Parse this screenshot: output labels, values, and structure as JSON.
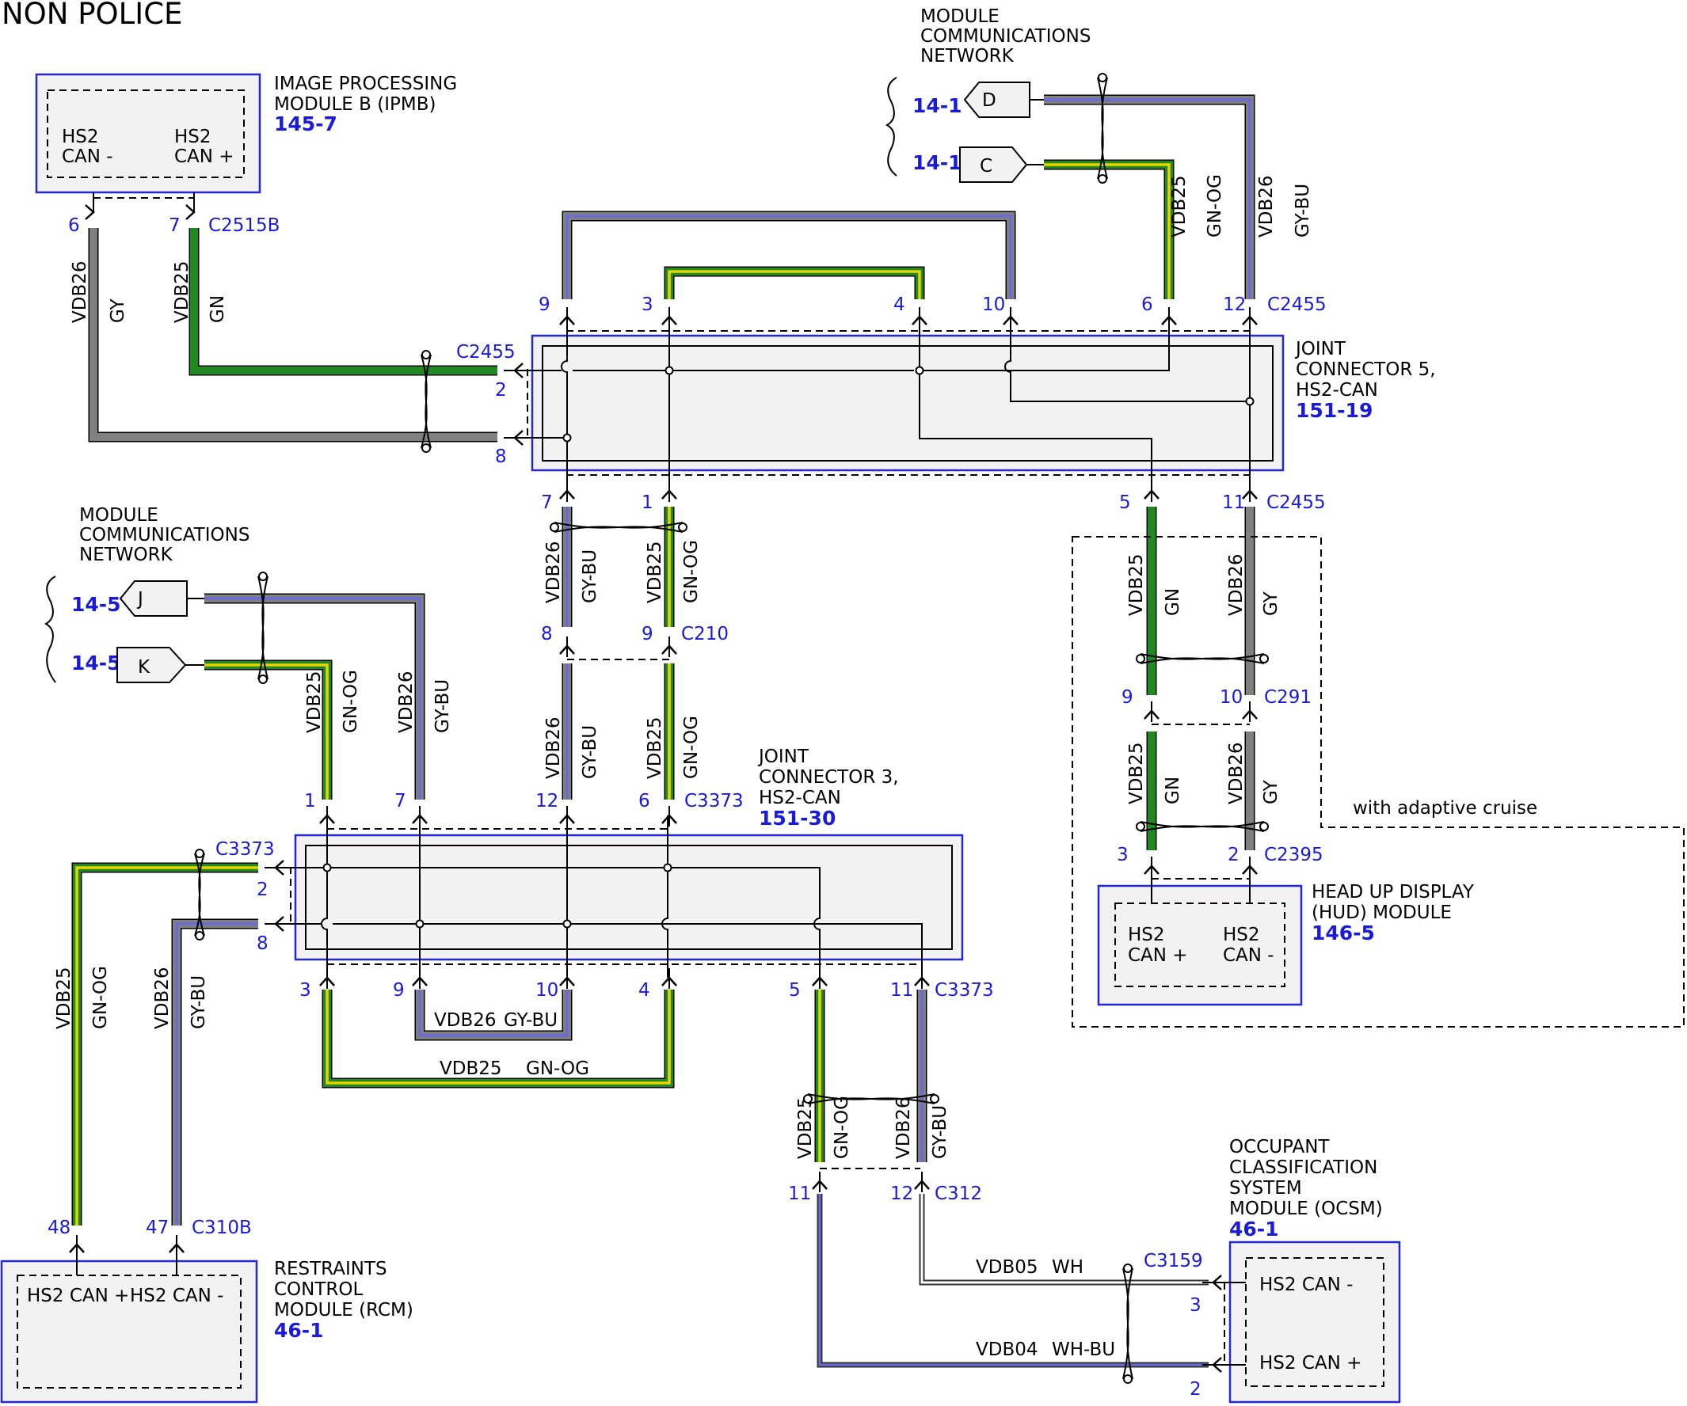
{
  "title": "NON POLICE",
  "modules": {
    "ipmb": {
      "name_lines": [
        "IMAGE PROCESSING",
        "MODULE B (IPMB)"
      ],
      "ref": "145-7",
      "pin_labels": [
        [
          "HS2",
          "CAN -"
        ],
        [
          "HS2",
          "CAN +"
        ]
      ]
    },
    "rcm": {
      "name_lines": [
        "RESTRAINTS",
        "CONTROL",
        "MODULE (RCM)"
      ],
      "ref": "46-1",
      "pin_labels": [
        "HS2 CAN +",
        "HS2 CAN -"
      ]
    },
    "hud": {
      "name_lines": [
        "HEAD UP DISPLAY",
        "(HUD) MODULE"
      ],
      "ref": "146-5",
      "pin_labels": [
        [
          "HS2",
          "CAN +"
        ],
        [
          "HS2",
          "CAN -"
        ]
      ]
    },
    "ocsm": {
      "name_lines": [
        "OCCUPANT",
        "CLASSIFICATION",
        "SYSTEM",
        "MODULE (OCSM)"
      ],
      "ref": "46-1",
      "pin_labels": [
        "HS2 CAN -",
        "HS2 CAN +"
      ]
    }
  },
  "joint_connectors": {
    "jc5": {
      "name_lines": [
        "JOINT",
        "CONNECTOR 5,",
        "HS2-CAN"
      ],
      "ref": "151-19"
    },
    "jc3": {
      "name_lines": [
        "JOINT",
        "CONNECTOR 3,",
        "HS2-CAN"
      ],
      "ref": "151-30"
    }
  },
  "networks": {
    "top": {
      "label_lines": [
        "MODULE",
        "COMMUNICATIONS",
        "NETWORK"
      ],
      "refs": [
        "14-1",
        "14-1"
      ],
      "tags": [
        "D",
        "C"
      ]
    },
    "left": {
      "label_lines": [
        "MODULE",
        "COMMUNICATIONS",
        "NETWORK"
      ],
      "refs": [
        "14-5",
        "14-5"
      ],
      "tags": [
        "J",
        "K"
      ]
    }
  },
  "optional_group_label": "with adaptive cruise",
  "connectors": {
    "c2515b": "C2515B",
    "c2455": "C2455",
    "c210": "C210",
    "c3373": "C3373",
    "c291": "C291",
    "c2395": "C2395",
    "c310b": "C310B",
    "c312": "C312",
    "c3159": "C3159"
  },
  "pins": {
    "ipmb_neg": "6",
    "ipmb_pos": "7",
    "jc5_top": [
      "9",
      "3",
      "4",
      "10",
      "6",
      "12"
    ],
    "jc5_left": [
      "2",
      "8"
    ],
    "jc5_bottom": [
      "7",
      "1",
      "5",
      "11"
    ],
    "c210": [
      "8",
      "9"
    ],
    "c291": [
      "9",
      "10"
    ],
    "c2395": [
      "3",
      "2"
    ],
    "jc3_top": [
      "1",
      "7",
      "12",
      "6"
    ],
    "jc3_left": [
      "2",
      "8"
    ],
    "jc3_bottom": [
      "3",
      "9",
      "10",
      "4",
      "5",
      "11"
    ],
    "c310b": [
      "48",
      "47"
    ],
    "c312": [
      "11",
      "12"
    ],
    "c3159": [
      "3",
      "2"
    ]
  },
  "wires": {
    "vdb26": "VDB26",
    "vdb25": "VDB25",
    "vdb05": "VDB05",
    "vdb04": "VDB04",
    "gy": "GY",
    "gn": "GN",
    "gy_bu": "GY-BU",
    "gn_og": "GN-OG",
    "wh": "WH",
    "wh_bu": "WH-BU"
  },
  "colors": {
    "gy": "#808080",
    "gn": "#1f8a1f",
    "bu": "#6a6ad8",
    "og": "#e8d400",
    "wh": "#ffffff",
    "module_border": "#2626d9",
    "pin_text": "#1a1adb",
    "fill": "#f2f2f2"
  },
  "icons": [
    "twisted-pair-icon",
    "connector-arrow-icon",
    "splice-dot-icon",
    "network-tag-icon"
  ]
}
